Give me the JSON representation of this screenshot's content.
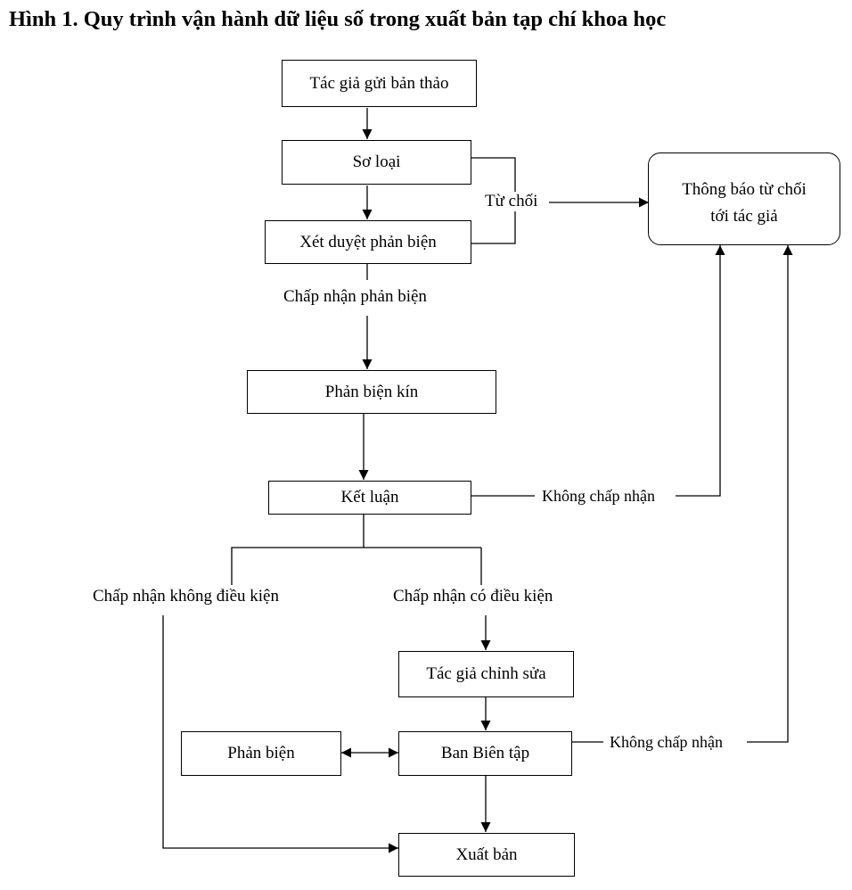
{
  "title": "Hình 1. Quy trình vận hành dữ liệu số trong xuất bản tạp chí khoa học",
  "nodes": {
    "submit": "Tác giả gửi bản thảo",
    "prescreen": "Sơ loại",
    "review_approval": "Xét duyệt phản biện",
    "blind_review": "Phản biện kín",
    "conclusion": "Kết luận",
    "author_revise": "Tác giả chỉnh sửa",
    "editorial_board": "Ban Biên tập",
    "reviewer": "Phản biện",
    "publish": "Xuất bản",
    "reject_notice_line1": "Thông báo từ chối",
    "reject_notice_line2": "tới tác giả"
  },
  "edge_labels": {
    "reject": "Từ chối",
    "accept_review": "Chấp nhận phản biện",
    "not_accepted_1": "Không chấp nhận",
    "not_accepted_2": "Không chấp nhận",
    "accept_unconditional": "Chấp nhận không điều kiện",
    "accept_conditional": "Chấp nhận có điều kiện"
  }
}
